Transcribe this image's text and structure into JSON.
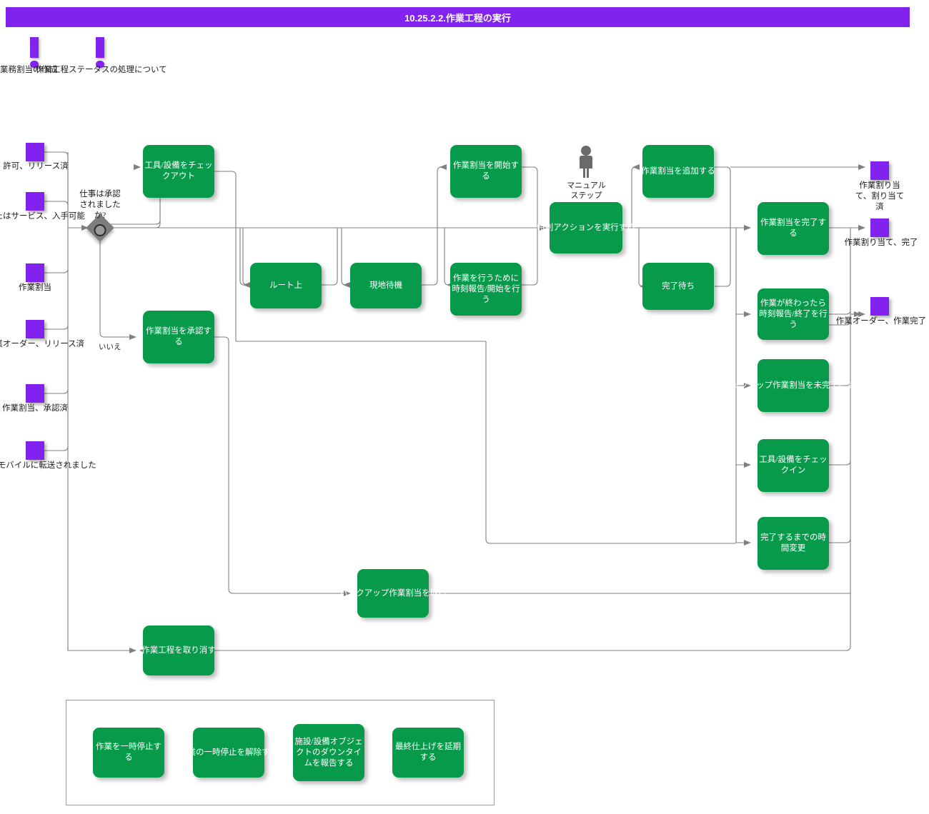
{
  "header": {
    "title": "10.25.2.2.作業工程の実行",
    "bar_color": "#8122ee"
  },
  "colors": {
    "task_green": "#089a4b",
    "event_purple": "#8122ee",
    "gateway_gray": "#7d7d7d",
    "connector_gray": "#7f7f7f",
    "text_dark": "#1a1a1a",
    "task_text": "#ffffff"
  },
  "annotations": [
    {
      "icon": "exclamation-icon",
      "label": "業務割当の作成"
    },
    {
      "icon": "exclamation-icon",
      "label": "作業工程ステータスの処理について"
    }
  ],
  "start_events": [
    {
      "label": "許可、リリース済"
    },
    {
      "label": "またはサービス、入手可能"
    },
    {
      "label": "作業割当"
    },
    {
      "label": "作業オーダー、リリース済"
    },
    {
      "label": "作業割当、承認済"
    },
    {
      "label": "がモバイルに転送されました"
    }
  ],
  "gateway": {
    "label": "仕事は承認\nされました\nか?",
    "no_branch_label": "いいえ"
  },
  "manual_step": {
    "icon": "person-icon",
    "label": "マニュアル\nステップ"
  },
  "tasks": [
    {
      "id": "checkout-tools",
      "label": "工具/設備をチェッ\nクアウト"
    },
    {
      "id": "on-route",
      "label": "ルート上"
    },
    {
      "id": "wait-on-site",
      "label": "現地待機"
    },
    {
      "id": "start-assignment",
      "label": "作業割当を開始す\nる"
    },
    {
      "id": "report-start-time",
      "label": "作業を行うために\n時刻報告/開始を行\nう"
    },
    {
      "id": "special-action",
      "label": "特別アクションを実行する"
    },
    {
      "id": "add-assignment",
      "label": "作業割当を追加する"
    },
    {
      "id": "wait-completion",
      "label": "完了待ち"
    },
    {
      "id": "complete-assignment",
      "label": "作業割当を完了す\nる"
    },
    {
      "id": "report-end-time",
      "label": "作業が終わったら\n時刻報告/終了を行\nう"
    },
    {
      "id": "backup-incomplete",
      "label": "バックアップ作業割当を未完了にする"
    },
    {
      "id": "checkin-tools",
      "label": "工具/設備をチェッ\nクイン"
    },
    {
      "id": "change-time-to-complete",
      "label": "完了するまでの時\n間変更"
    },
    {
      "id": "approve-assignment",
      "label": "作業割当を承認す\nる"
    },
    {
      "id": "take-backup-assignment",
      "label": "バックアップ作業割当を取る"
    },
    {
      "id": "cancel-work-process",
      "label": "作業工程を取り消す"
    }
  ],
  "end_events": [
    {
      "label": "作業割り当\nて、割り当て\n済"
    },
    {
      "label": "作業割り当て、完了"
    },
    {
      "label": "作業オーダー、作業完了"
    }
  ],
  "legend": {
    "items": [
      {
        "label": "作業を一時停止する"
      },
      {
        "label": "作業の一時停止を解除する"
      },
      {
        "label": "施設/設備オブジェ\nクトのダウンタイ\nムを報告する"
      },
      {
        "label": "最終仕上げを延期\nする"
      }
    ]
  }
}
